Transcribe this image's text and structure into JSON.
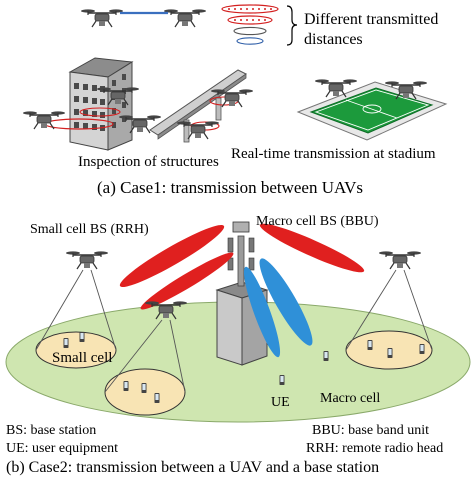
{
  "case1": {
    "legend_line1": "Different transmitted",
    "legend_line2": "distances",
    "inspection": "Inspection of structures",
    "stadium": "Real-time transmission at stadium",
    "caption": "(a) Case1: transmission between UAVs"
  },
  "case2": {
    "small_cell_bs": "Small cell BS (RRH)",
    "macro_cell_bs": "Macro cell BS (BBU)",
    "small_cell": "Small cell",
    "macro_cell": "Macro cell",
    "ue": "UE",
    "legend_left": [
      "BS: base station",
      "UE: user equipment"
    ],
    "legend_right": [
      "BBU: base band unit",
      "RRH: remote radio head"
    ],
    "caption": "(b) Case2: transmission between a UAV and a base station"
  },
  "colors": {
    "red_beam": "#e0201f",
    "blue_beam": "#2f90d8",
    "field": "#cfe6b0",
    "small_cell_fill": "#f8e4b4",
    "stadium_green": "#1c9a3c"
  },
  "icons": [
    "uav-drone-icon",
    "building-icon",
    "bridge-icon",
    "stadium-icon",
    "macro-tower-icon",
    "phone-icon"
  ]
}
